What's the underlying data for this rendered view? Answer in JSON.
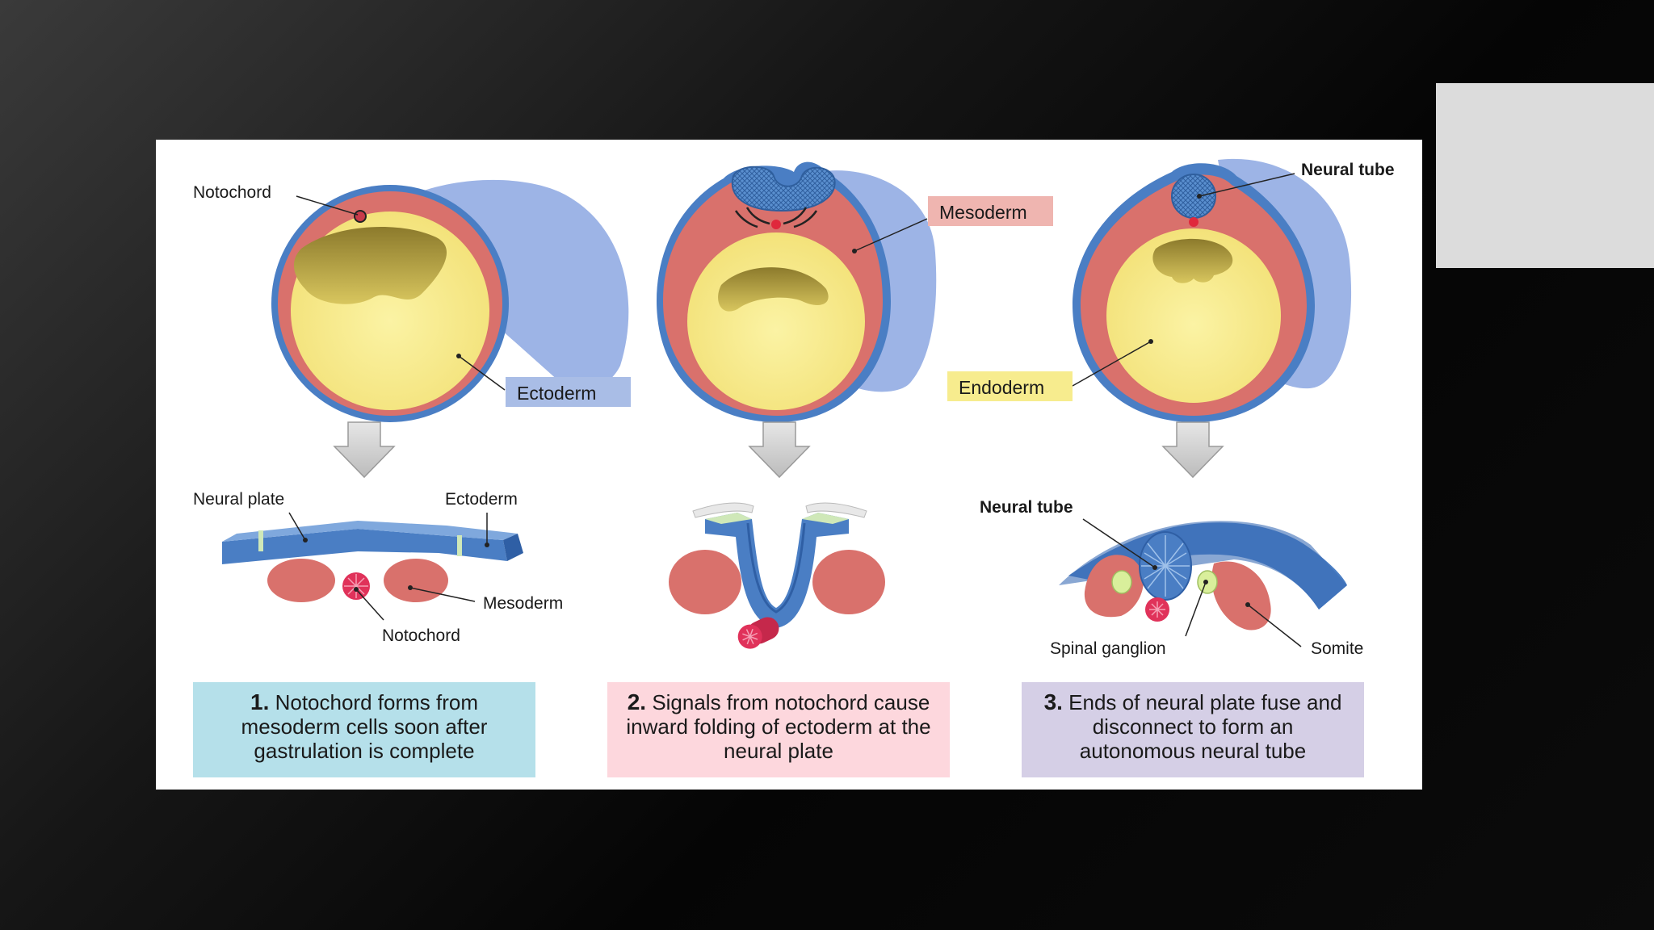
{
  "labels": {
    "notochord_top": "Notochord",
    "ectoderm_tag": "Ectoderm",
    "mesoderm_tag": "Mesoderm",
    "endoderm_tag": "Endoderm",
    "neural_tube_top": "Neural tube",
    "neural_plate": "Neural plate",
    "ectoderm_bottom": "Ectoderm",
    "mesoderm_bottom": "Mesoderm",
    "notochord_bottom": "Notochord",
    "neural_tube_bottom": "Neural tube",
    "spinal_ganglion": "Spinal ganglion",
    "somite": "Somite"
  },
  "captions": [
    {
      "number": "1.",
      "text": "Notochord forms from mesoderm cells soon after gastrulation is complete"
    },
    {
      "number": "2.",
      "text": "Signals from notochord cause inward folding of ectoderm at the neural plate"
    },
    {
      "number": "3.",
      "text": "Ends of neural plate fuse and disconnect to form an autonomous neural tube"
    }
  ],
  "colors": {
    "ectoderm": "#4a7ec4",
    "mesoderm": "#d9716c",
    "endoderm": "#f6e98e",
    "caption1": "#b5e0ea",
    "caption2": "#fdd7dd",
    "caption3": "#d5cfe6"
  }
}
